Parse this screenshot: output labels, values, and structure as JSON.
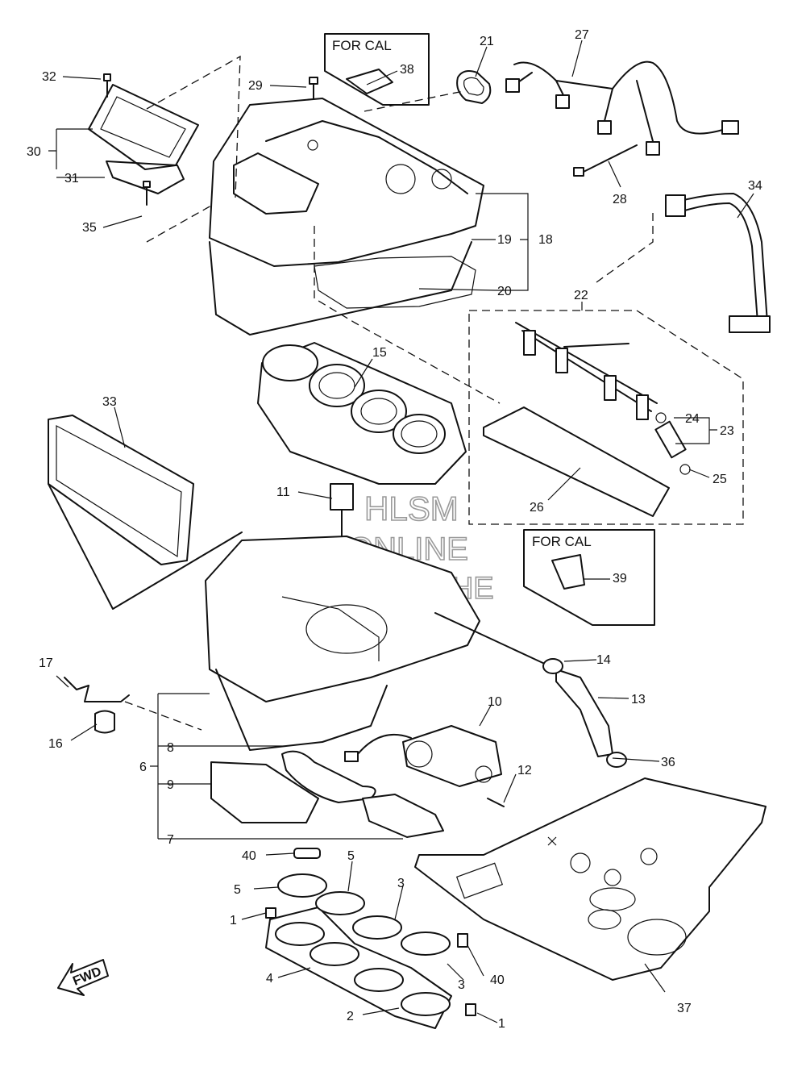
{
  "callouts": {
    "c1a": "1",
    "c1b": "1",
    "c2": "2",
    "c3a": "3",
    "c3b": "3",
    "c4": "4",
    "c5a": "5",
    "c5b": "5",
    "c6": "6",
    "c7": "7",
    "c8": "8",
    "c9": "9",
    "c10": "10",
    "c11": "11",
    "c12": "12",
    "c13": "13",
    "c14": "14",
    "c15": "15",
    "c16": "16",
    "c17": "17",
    "c18": "18",
    "c19": "19",
    "c20": "20",
    "c21": "21",
    "c22": "22",
    "c23": "23",
    "c24": "24",
    "c25": "25",
    "c26": "26",
    "c27": "27",
    "c28": "28",
    "c29": "29",
    "c30": "30",
    "c31": "31",
    "c32": "32",
    "c33": "33",
    "c34": "34",
    "c35": "35",
    "c36": "36",
    "c37": "37",
    "c38": "38",
    "c39": "39",
    "c40a": "40",
    "c40b": "40"
  },
  "boxes": {
    "top_label": "FOR CAL",
    "right_label": "FOR CAL"
  },
  "watermark": {
    "line1": "HLSM",
    "line2": "ONLINE",
    "line3": "MICROFICHE"
  },
  "fwd_arrow": "FWD",
  "icons": [
    "fwd-arrow-icon"
  ]
}
